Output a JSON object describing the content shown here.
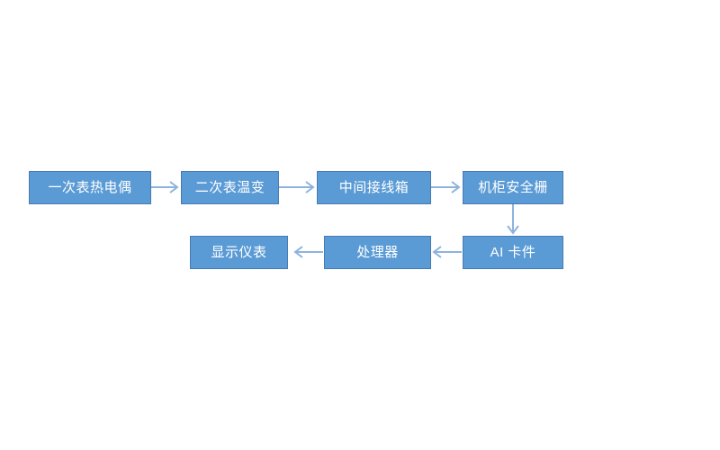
{
  "diagram": {
    "type": "flowchart",
    "title": "",
    "background_color": "#ffffff",
    "node_fill_color": "#5b9bd5",
    "node_border_color": "#477bb5",
    "node_text_color": "#ffffff",
    "edge_color": "#8db3dd",
    "nodes": [
      {
        "id": "n1",
        "label": "一次表热电偶",
        "row": 1,
        "order": 1
      },
      {
        "id": "n2",
        "label": "二次表温变",
        "row": 1,
        "order": 2
      },
      {
        "id": "n3",
        "label": "中间接线箱",
        "row": 1,
        "order": 3
      },
      {
        "id": "n4",
        "label": "机柜安全栅",
        "row": 1,
        "order": 4
      },
      {
        "id": "n5",
        "label": "AI 卡件",
        "row": 2,
        "order": 1
      },
      {
        "id": "n6",
        "label": "处理器",
        "row": 2,
        "order": 2
      },
      {
        "id": "n7",
        "label": "显示仪表",
        "row": 2,
        "order": 3
      }
    ],
    "edges": [
      {
        "from": "n1",
        "to": "n2",
        "direction": "right"
      },
      {
        "from": "n2",
        "to": "n3",
        "direction": "right"
      },
      {
        "from": "n3",
        "to": "n4",
        "direction": "right"
      },
      {
        "from": "n4",
        "to": "n5",
        "direction": "down"
      },
      {
        "from": "n5",
        "to": "n6",
        "direction": "left"
      },
      {
        "from": "n6",
        "to": "n7",
        "direction": "left"
      }
    ]
  }
}
